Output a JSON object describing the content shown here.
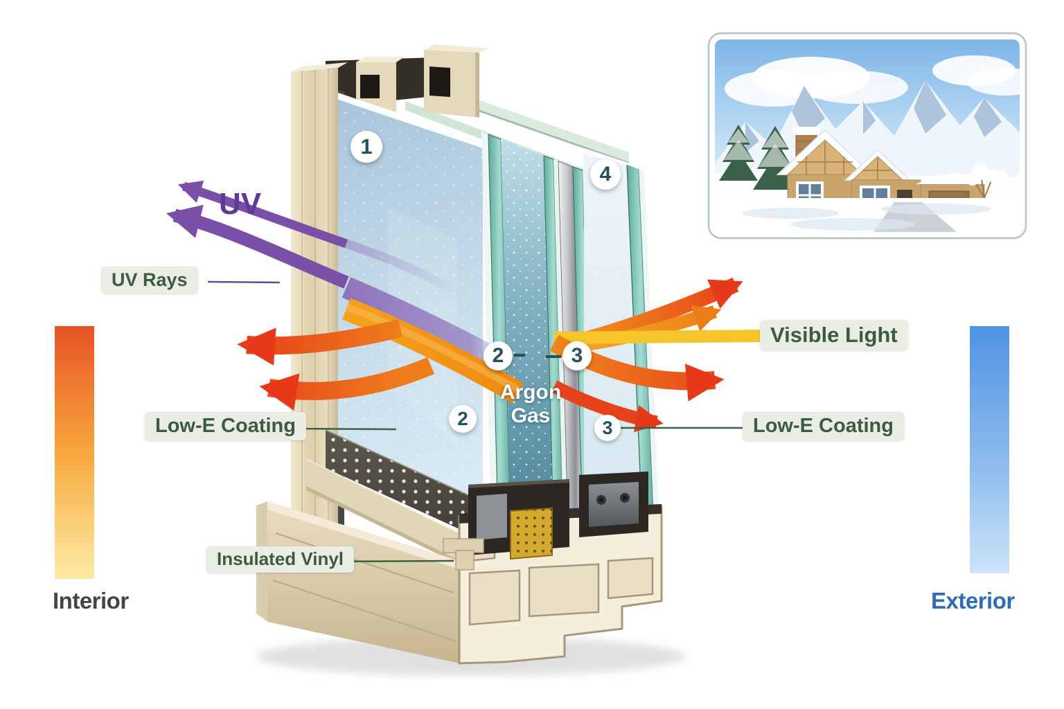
{
  "labels": {
    "uv": "UV",
    "uv_rays": "UV Rays",
    "visible_light": "Visible Light",
    "low_e_coating_left": "Low-E Coating",
    "low_e_coating_right": "Low-E Coating",
    "argon_line1": "Argon",
    "argon_line2": "Gas",
    "insulated_vinyl": "Insulated Vinyl",
    "interior": "Interior",
    "exterior": "Exterior"
  },
  "markers": {
    "pane1": "1",
    "coating2_callout": "2",
    "coating3_callout": "3",
    "pane4": "4",
    "coating2": "2",
    "coating3": "3"
  },
  "colors": {
    "uv_arrow": "#7a4fa8",
    "heat_arrow_red": "#e6421c",
    "solar_orange": "#ef8c1a",
    "visible_light_yellow": "#f6c52b",
    "label_chip_bg": "#e9ede3",
    "label_chip_text": "#3d5b40",
    "marker_number": "#235258",
    "interior_text": "#454545",
    "exterior_text": "#2e6cb8",
    "vinyl_frame": "#e5d9bb",
    "argon_gap": "#6fa3b6",
    "interior_bar_top": "#e85226",
    "interior_bar_bottom": "#fdeca6",
    "exterior_bar_top": "#4f93e3",
    "exterior_bar_bottom": "#cce4f9"
  },
  "inset": {
    "alt": "Snow-covered house with snowy mountains behind it"
  }
}
